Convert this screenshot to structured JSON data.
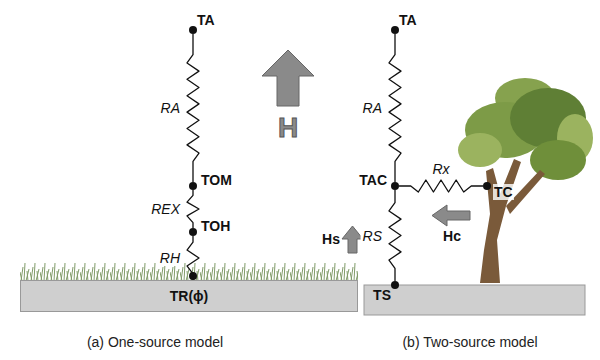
{
  "diagram": {
    "nodes": [
      {
        "text": [
          "TA"
        ]
      },
      {
        "text": [
          "TOM"
        ]
      },
      {
        "text": [
          "TOH"
        ]
      },
      {
        "text": [
          "TR(ϕ)"
        ]
      },
      {
        "text": [
          "TA"
        ]
      },
      {
        "text": [
          "TAC"
        ]
      },
      {
        "text": [
          "TC"
        ]
      },
      {
        "text": [
          "TS"
        ]
      }
    ],
    "edges": [
      {
        "from": 0,
        "to": 1,
        "arrow": "none",
        "label": "RA"
      },
      {
        "from": 1,
        "to": 2,
        "arrow": "none",
        "label": "REX"
      },
      {
        "from": 2,
        "to": 3,
        "arrow": "none",
        "label": "RH"
      },
      {
        "from": 4,
        "to": 5,
        "arrow": "none",
        "label": "RA"
      },
      {
        "from": 5,
        "to": 6,
        "arrow": "none",
        "label": "Rx"
      },
      {
        "from": 5,
        "to": 7,
        "arrow": "none",
        "label": "RS"
      }
    ],
    "labels": [
      "H",
      "Hs",
      "Hc",
      "(a) One-source model",
      "(b) Two-source model"
    ]
  }
}
